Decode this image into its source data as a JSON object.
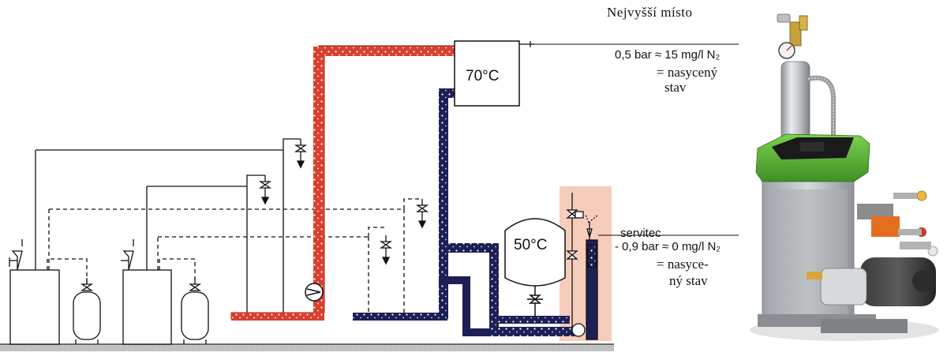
{
  "labels": {
    "top_point": "Nejvyšší místo",
    "top_pressure": "0,5 bar ≈ 15 mg/l N₂",
    "top_state_line1": "= nasycený",
    "top_state_line2": "stav",
    "servitec": "servitec",
    "servitec_pressure": "- 0,9 bar ≈ 0 mg/l N₂",
    "servitec_state_line1": "= nasyce-",
    "servitec_state_line2": "ný stav",
    "tank_top_temp": "70°C",
    "tank_mid_temp": "50°C"
  },
  "colors": {
    "hot_pipe": "#d8402f",
    "cold_pipe": "#1d1f55",
    "servitec_highlight": "#f5c7b4",
    "device_green": "#5bb23a",
    "line": "#111111",
    "ground": "#bdbdbd"
  }
}
